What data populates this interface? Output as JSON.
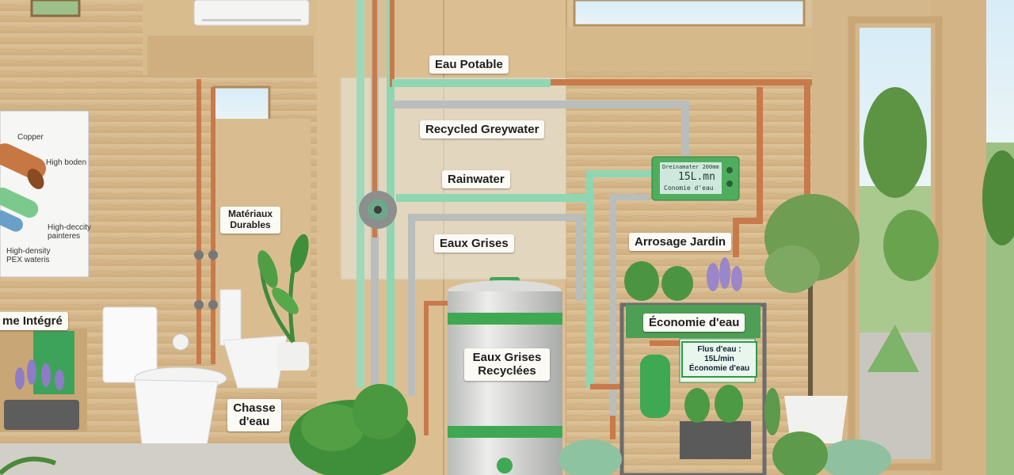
{
  "labels": {
    "eau_potable": "Eau Potable",
    "recycled_greywater": "Recycled Greywater",
    "rainwater": "Rainwater",
    "eaux_grises": "Eaux Grises",
    "materiaux_line1": "Matériaux",
    "materiaux_line2": "Durables",
    "arrosage_jardin": "Arrosage Jardin",
    "economie_eau": "Économie d'eau",
    "tank_line1": "Eaux Grises",
    "tank_line2": "Recyclées",
    "chasse_line1": "Chasse",
    "chasse_line2": "d'eau",
    "systeme_integre": "me Intégré"
  },
  "poster": {
    "copper": "Copper",
    "high_boden": "High boden",
    "high_density_line1": "High-deccity",
    "high_density_line2": "painteres",
    "pex_line1": "High-density",
    "pex_line2": "PEX wateris"
  },
  "meter": {
    "top": "Dreinamater 200mm",
    "reading": "15L.mn",
    "bottom": "Conomie d'eau"
  },
  "flow_panel": {
    "line1": "Flus d'eau :",
    "line2": "15L/min",
    "line3": "Économie d'eau"
  },
  "colors": {
    "copper": "#c97a4a",
    "greywater_pipe": "#b5b9b8",
    "mint_pipe": "#8fd6b3",
    "green_accent": "#2f9b47"
  },
  "icons": [
    "plant-icon",
    "toilet-icon",
    "air-conditioner-icon",
    "tank-icon",
    "meter-icon",
    "valve-icon",
    "window-icon"
  ]
}
